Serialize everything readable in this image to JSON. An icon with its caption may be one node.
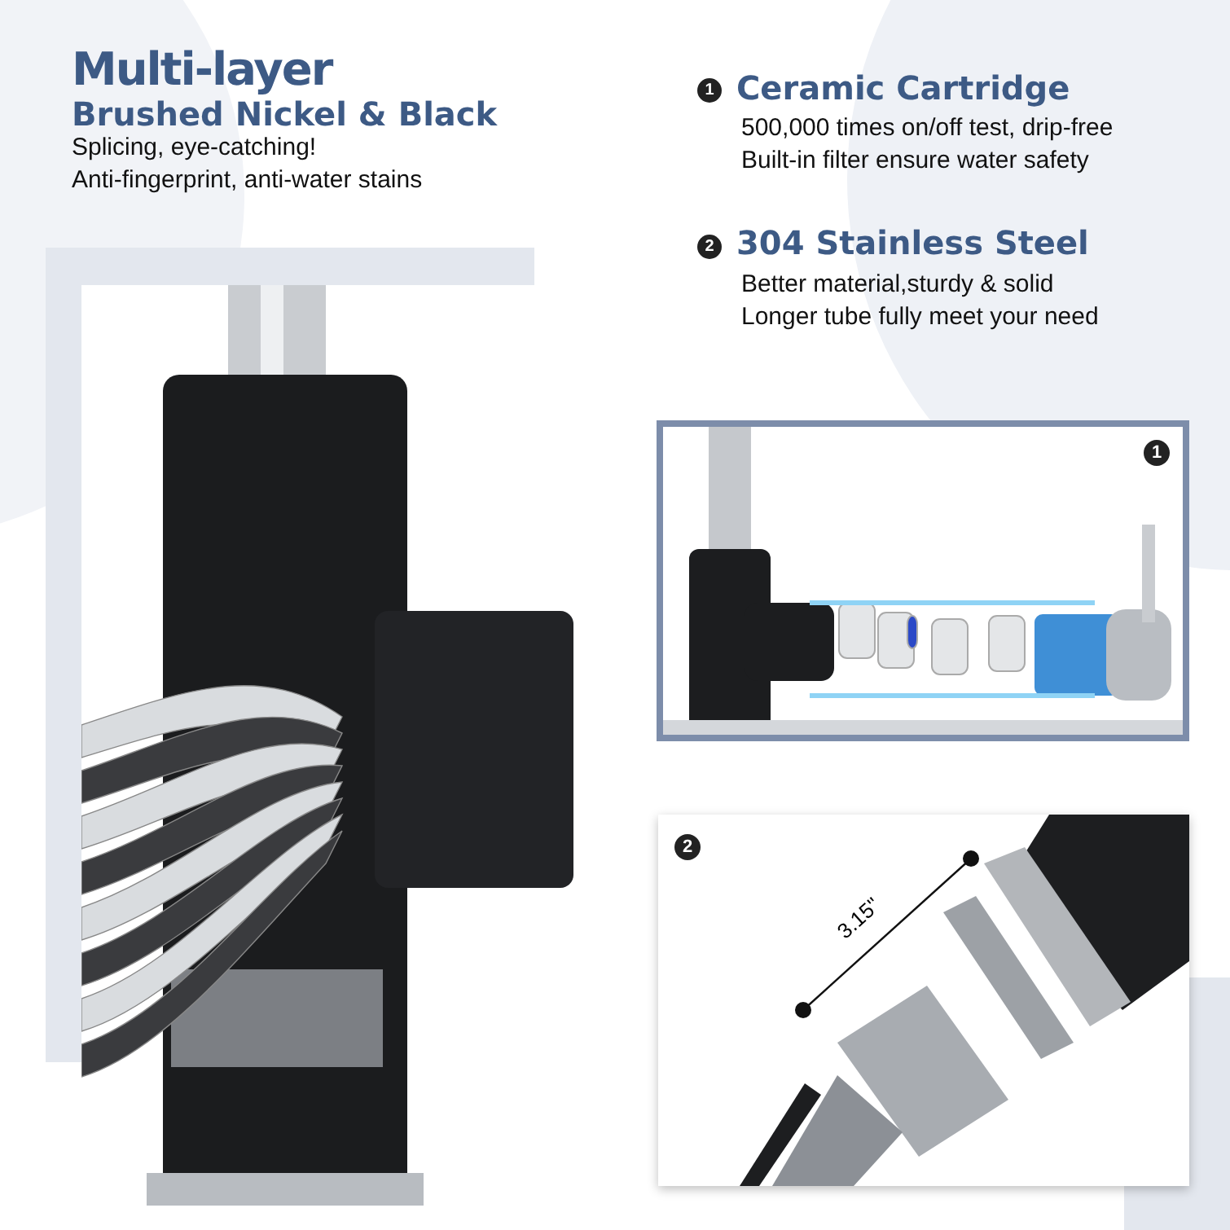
{
  "diagram": {
    "title": "Multi-layer",
    "nodes": [
      {
        "text": [],
        "shape": "picture"
      },
      {
        "text": [
          "1"
        ]
      },
      {
        "text": [
          "2"
        ]
      }
    ],
    "labels": [
      "Brushed Nickel & Black",
      "Splicing, eye-catching!",
      "Anti-fingerprint, anti-water stains",
      "1",
      "Ceramic Cartridge",
      "500,000 times on/off test, drip-free",
      "Built-in filter ensure water safety",
      "2",
      "304 Stainless Steel",
      "Better material,sturdy & solid",
      "Longer tube fully meet your need",
      "3.15\""
    ]
  }
}
